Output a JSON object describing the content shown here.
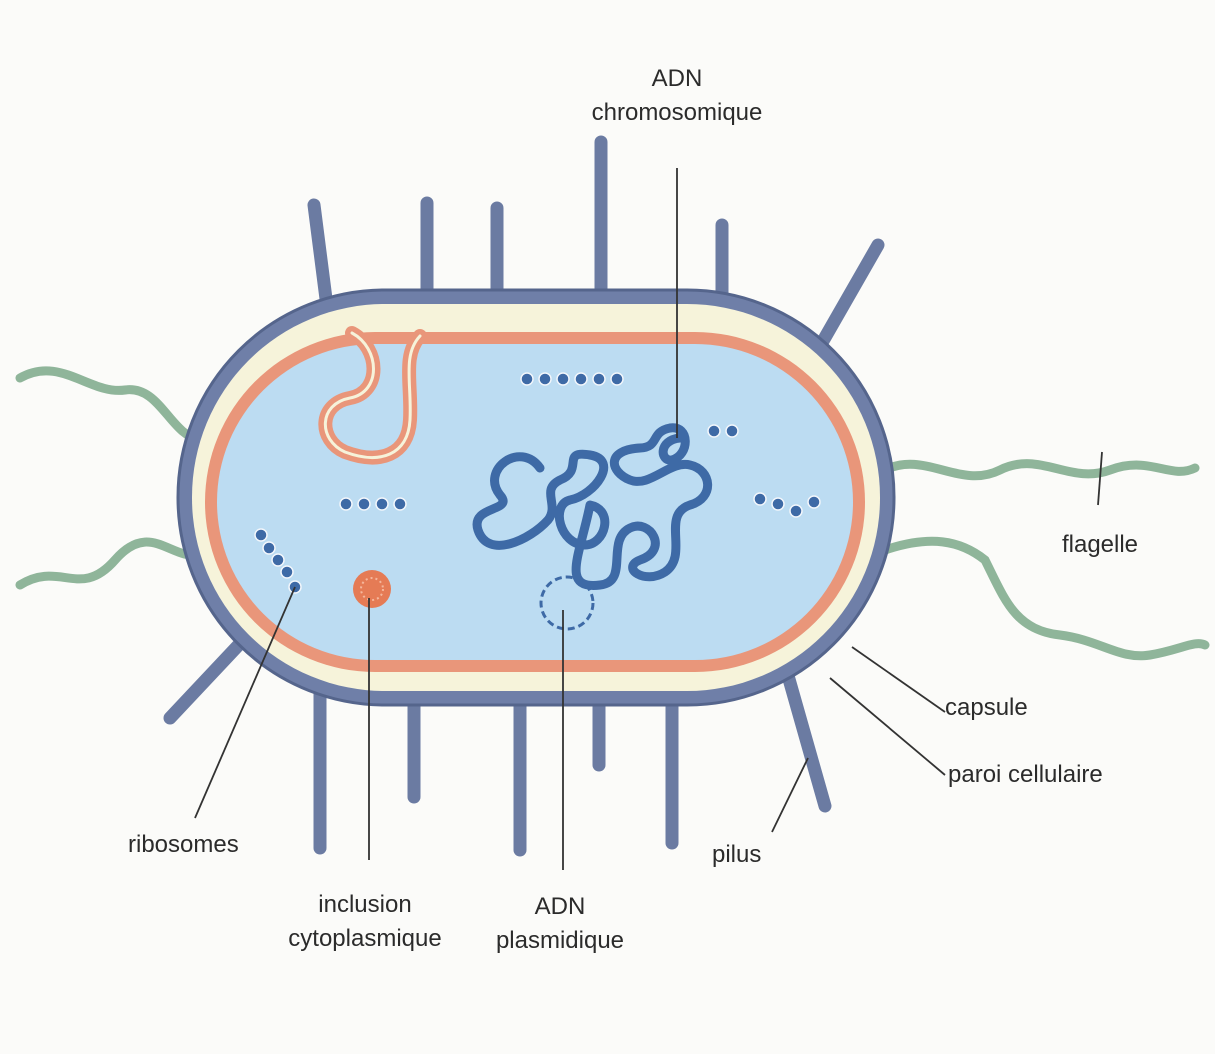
{
  "labels": {
    "adn_chromosomique": [
      "ADN",
      "chromosomique"
    ],
    "flagelle": "flagelle",
    "capsule": "capsule",
    "paroi_cellulaire": "paroi cellulaire",
    "pilus": "pilus",
    "ribosomes": "ribosomes",
    "inclusion_cytoplasmique": [
      "inclusion",
      "cytoplasmique"
    ],
    "adn_plasmidique": [
      "ADN",
      "plasmidique"
    ]
  },
  "colors": {
    "background": "#fbfbf9",
    "capsule": "#5f6f96",
    "capsule_fill": "#6f7fa8",
    "wall_gap": "#f6f3da",
    "membrane": "#e9967a",
    "cytoplasm": "#bcdcf2",
    "dna": "#3e6aa6",
    "flagellum": "#8fb59a",
    "pilus": "#6b7ba2",
    "ribosome": "#3e6aa6",
    "inclusion": "#e57b55",
    "leader": "#333333",
    "text": "#2b2b2b"
  }
}
